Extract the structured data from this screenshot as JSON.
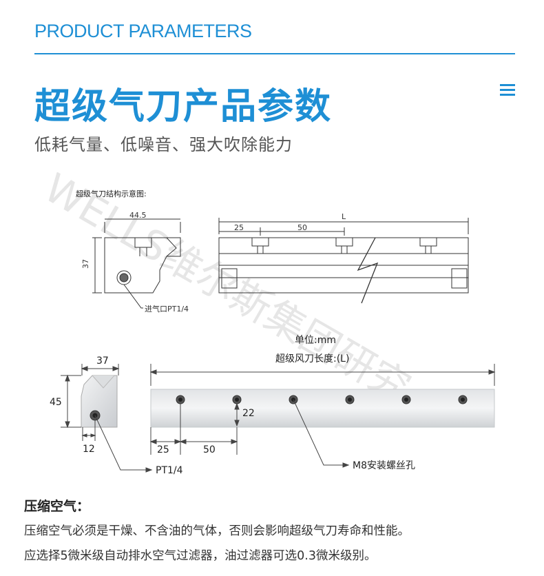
{
  "header": {
    "en_title": "PRODUCT PARAMETERS",
    "cn_title": "超级气刀产品参数",
    "subtitle": "低耗气量、低噪音、强大吹除能力"
  },
  "drawing_top": {
    "caption": "超级气刀结构示意图:",
    "width_dim": "44.5",
    "height_dim": "37",
    "length_dim": "L",
    "first_hole_dim": "25",
    "hole_pitch_dim": "50",
    "inlet_label": "进气口PT1/4"
  },
  "drawing_bottom": {
    "unit_label": "单位:mm",
    "length_label": "超级风刀长度:(L)",
    "width_dim": "37",
    "height_dim": "45",
    "offset_dim": "12",
    "hole_height_dim": "22",
    "first_hole_dim": "25",
    "hole_pitch_dim": "50",
    "inlet_label": "PT1/4",
    "screw_label": "M8安装螺丝孔"
  },
  "watermark": "WELLS维尔斯集团研究",
  "air_section": {
    "title": "压缩空气：",
    "line1": "压缩空气必须是干燥、不含油的气体，否则会影响超级气刀寿命和性能。",
    "line2": "应选择5微米级自动排水空气过滤器，油过滤器可选0.3微米级别。"
  },
  "colors": {
    "accent": "#1e8fd5"
  },
  "icons": {
    "menu": "menu-icon"
  }
}
